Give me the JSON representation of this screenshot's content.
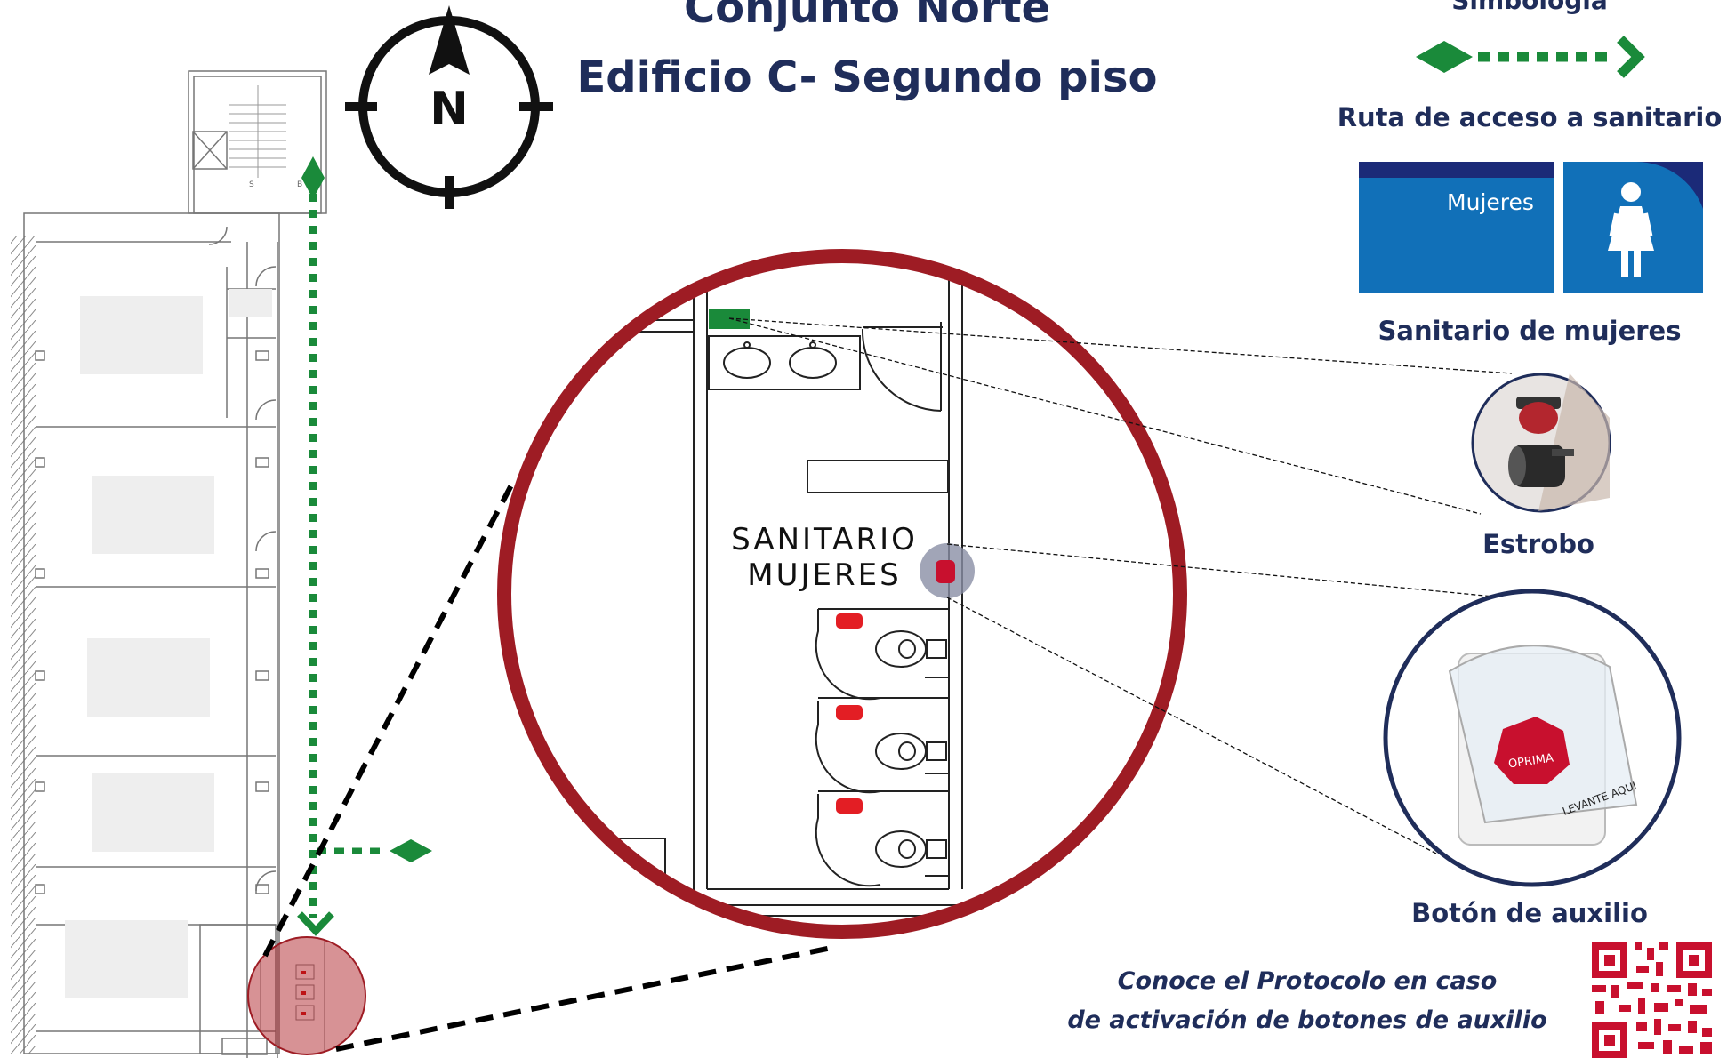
{
  "header": {
    "title_line1": "Conjunto Norte",
    "title_line2": "Edificio C- Segundo piso"
  },
  "compass": {
    "letter": "N",
    "icon": "compass-north-icon"
  },
  "zoom": {
    "room_label_line1": "SANITARIO",
    "room_label_line2": "MUJERES"
  },
  "floorplan": {
    "stair_marks": [
      "S",
      "B"
    ]
  },
  "legend": {
    "title": "Simbología",
    "route_label": "Ruta de acceso a sanitario",
    "sign_text": "Mujeres",
    "womens_label": "Sanitario de mujeres",
    "strobe_label": "Estrobo",
    "button_label": "Botón de auxilio",
    "button_cap_text": "OPRIMA",
    "button_cover_text": "LEVANTE AQUI"
  },
  "footer": {
    "protocol_line1": "Conoce el Protocolo en caso",
    "protocol_line2": "de activación de botones de auxilio"
  },
  "colors": {
    "navy": "#1f2d5a",
    "route_green": "#1a8a3a",
    "zoom_red": "#9e1c24",
    "sign_blue": "#1170b8"
  }
}
